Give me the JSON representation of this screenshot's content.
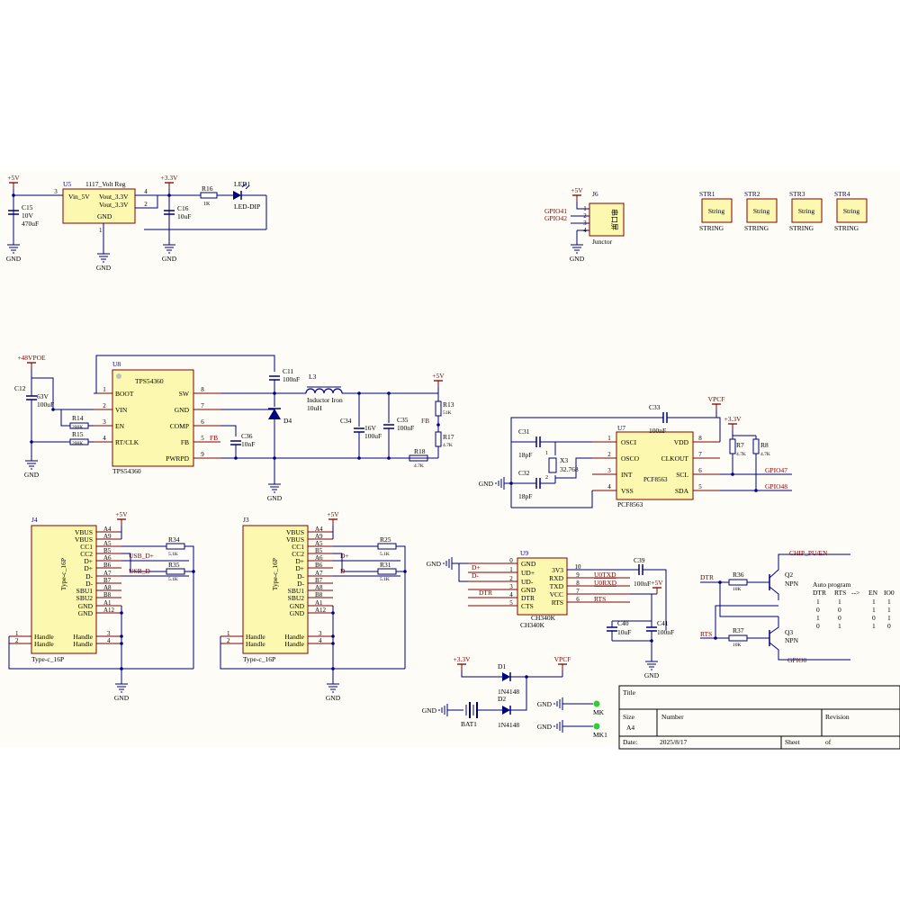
{
  "colors": {
    "paper": "#fdfcf6",
    "wire": "#00007f",
    "body": "#fcf8b0",
    "pin": "#7f0000",
    "ref": "#00007f",
    "text": "#000000",
    "net": "#7f0000",
    "led": "#00007f",
    "mk": "#33cc33"
  },
  "power": {
    "p5v": "+5V",
    "p3v3": "+3.3V",
    "p48": "+48VPOE",
    "vpcf": "VPCF",
    "gnd": "GND"
  },
  "reg": {
    "ref": "U5",
    "name": "1117_Volt Reg",
    "vin_pin": "3",
    "vin": "Vin_5V",
    "out1_pin": "4",
    "out1": "Vout_3.3V",
    "out2_pin": "2",
    "out2": "Vout_3.3V",
    "gnd": "GND",
    "gnd_pin": "1"
  },
  "c15": {
    "ref": "C15",
    "v": "10V",
    "val": "470uF"
  },
  "c16": {
    "ref": "C16",
    "val": "10uF"
  },
  "r16": {
    "ref": "R16",
    "val": "1K"
  },
  "led1": {
    "ref": "LED1",
    "val": "LED-DIP"
  },
  "j6": {
    "ref": "J6",
    "label": "串口屏",
    "name": "Junctor",
    "nets": [
      "GPIO41",
      "GPIO42"
    ],
    "pins": [
      "1",
      "2",
      "3",
      "4"
    ]
  },
  "strings": [
    {
      "ref": "STR1",
      "label": "String",
      "type": "STRING"
    },
    {
      "ref": "STR2",
      "label": "String",
      "type": "STRING"
    },
    {
      "ref": "STR3",
      "label": "String",
      "type": "STRING"
    },
    {
      "ref": "STR4",
      "label": "String",
      "type": "STRING"
    }
  ],
  "buck": {
    "ref": "U8",
    "name": "TPS54360",
    "part": "TPS54360",
    "left_pins": [
      {
        "num": "1",
        "name": "BOOT"
      },
      {
        "num": "2",
        "name": "VIN"
      },
      {
        "num": "3",
        "name": "EN"
      },
      {
        "num": "4",
        "name": "RT/CLK"
      }
    ],
    "right_pins": [
      {
        "num": "8",
        "name": "SW"
      },
      {
        "num": "7",
        "name": "GND"
      },
      {
        "num": "6",
        "name": "COMP"
      },
      {
        "num": "5",
        "name": "FB"
      },
      {
        "num": "9",
        "name": "PWRPD"
      }
    ],
    "fb_net": "FB"
  },
  "c12": {
    "ref": "C12",
    "v": "63V",
    "val": "100uF"
  },
  "r14": {
    "ref": "R14",
    "val": "200K"
  },
  "r15": {
    "ref": "R15",
    "val": "200K"
  },
  "c11": {
    "ref": "C11",
    "val": "100nF"
  },
  "l3": {
    "ref": "L3",
    "name": "Inductor Iron",
    "val": "10uH"
  },
  "d4": {
    "ref": "D4"
  },
  "c36": {
    "ref": "C36",
    "val": "10nF"
  },
  "c34": {
    "ref": "C34",
    "v": "16V",
    "val": "100uF"
  },
  "c35": {
    "ref": "C35",
    "val": "100nF"
  },
  "r13": {
    "ref": "R13",
    "val": "51K"
  },
  "r17": {
    "ref": "R17",
    "val": "4.7K"
  },
  "r18": {
    "ref": "R18",
    "val": "4.7K"
  },
  "rtc": {
    "ref": "U7",
    "part": "PCF8563",
    "name": "PCF8563",
    "left_pins": [
      {
        "num": "1",
        "name": "OSCI"
      },
      {
        "num": "2",
        "name": "OSCO"
      },
      {
        "num": "3",
        "name": "INT"
      },
      {
        "num": "4",
        "name": "VSS"
      }
    ],
    "right_pins": [
      {
        "num": "8",
        "name": "VDD"
      },
      {
        "num": "7",
        "name": "CLKOUT"
      },
      {
        "num": "6",
        "name": "SCL"
      },
      {
        "num": "5",
        "name": "SDA"
      }
    ],
    "scl_net": "GPIO47",
    "sda_net": "GPIO48"
  },
  "c33": {
    "ref": "C33",
    "val": "100nF"
  },
  "c31": {
    "ref": "C31",
    "val": "18pF"
  },
  "c32": {
    "ref": "C32",
    "val": "18pF"
  },
  "x3": {
    "ref": "X3",
    "val": "32.768",
    "pin1": "1",
    "pin2": "2"
  },
  "r7": {
    "ref": "R7",
    "val": "4.7K"
  },
  "r8": {
    "ref": "R8",
    "val": "4.7K"
  },
  "usb_pins": [
    {
      "name": "VBUS",
      "num": "A4"
    },
    {
      "name": "VBUS",
      "num": "A9"
    },
    {
      "name": "CC1",
      "num": "A5"
    },
    {
      "name": "CC2",
      "num": "B5"
    },
    {
      "name": "D+",
      "num": "A6"
    },
    {
      "name": "D+",
      "num": "B6"
    },
    {
      "name": "D-",
      "num": "A7"
    },
    {
      "name": "D-",
      "num": "B7"
    },
    {
      "name": "SBU1",
      "num": "A8"
    },
    {
      "name": "SBU2",
      "num": "B8"
    },
    {
      "name": "GND",
      "num": "A1"
    },
    {
      "name": "GND",
      "num": "A12"
    }
  ],
  "usb_handles": [
    {
      "num_l": "1",
      "name_l": "Handle",
      "name_r": "Handle",
      "num_r": "3"
    },
    {
      "num_l": "2",
      "name_l": "Handle",
      "name_r": "Handle",
      "num_r": "4"
    }
  ],
  "j4": {
    "ref": "J4",
    "part": "Type-c_16P",
    "name": "Type-c_16P",
    "dp": "USB_D+",
    "dm": "USB_D-"
  },
  "j3": {
    "ref": "J3",
    "part": "Type-c_16P",
    "name": "Type-c_16P",
    "dp": "D+",
    "dm": "D-"
  },
  "r34": {
    "ref": "R34",
    "val": "5.1K"
  },
  "r35": {
    "ref": "R35",
    "val": "5.1K"
  },
  "r25": {
    "ref": "R25",
    "val": "5.1K"
  },
  "r31": {
    "ref": "R31",
    "val": "5.1K"
  },
  "ch340": {
    "ref": "U9",
    "part": "CH340K",
    "name": "CH340K",
    "left_pins": [
      {
        "num": "0",
        "name": "GND"
      },
      {
        "num": "1",
        "name": "UD+"
      },
      {
        "num": "2",
        "name": "UD-"
      },
      {
        "num": "3",
        "name": "GND"
      },
      {
        "num": "4",
        "name": "DTR"
      },
      {
        "num": "5",
        "name": "CTS"
      }
    ],
    "right_pins": [
      {
        "num": "10",
        "name": "3V3"
      },
      {
        "num": "9",
        "name": "RXD"
      },
      {
        "num": "8",
        "name": "TXD"
      },
      {
        "num": "7",
        "name": "VCC"
      },
      {
        "num": "6",
        "name": "RTS"
      }
    ],
    "left_nets": [
      "D+",
      "D-",
      "",
      "DTR"
    ],
    "right_nets": [
      "U0TXD",
      "U0RXD",
      "RTS"
    ]
  },
  "c39": {
    "ref": "C39",
    "val": "100nF"
  },
  "c40": {
    "ref": "C40",
    "val": "10uF"
  },
  "c41": {
    "ref": "C41",
    "val": "100nF"
  },
  "autoprog": {
    "nets": {
      "dtr": "DTR",
      "rts": "RTS",
      "chip_pu": "CHIP_PU/EN",
      "gpio0": "GPIO0"
    },
    "r36": {
      "ref": "R36",
      "val": "10K"
    },
    "r37": {
      "ref": "R37",
      "val": "10K"
    },
    "q2": {
      "ref": "Q2",
      "type": "NPN"
    },
    "q3": {
      "ref": "Q3",
      "type": "NPN"
    },
    "table": {
      "title": "Auto program",
      "header": [
        "DTR",
        "RTS",
        "-->",
        "EN",
        "IO0"
      ],
      "rows": [
        [
          "1",
          "1",
          "",
          "1",
          "1"
        ],
        [
          "0",
          "0",
          "",
          "1",
          "1"
        ],
        [
          "1",
          "0",
          "",
          "0",
          "1"
        ],
        [
          "0",
          "1",
          "",
          "1",
          "0"
        ]
      ]
    }
  },
  "backup": {
    "d1": {
      "ref": "D1",
      "val": "1N4148"
    },
    "d2": {
      "ref": "D2",
      "val": "1N4148"
    },
    "bat": {
      "ref": "BAT1"
    }
  },
  "marks": [
    {
      "ref": "MK"
    },
    {
      "ref": "MK1"
    }
  ],
  "titleblock": {
    "title": "Title",
    "size_label": "Size",
    "size": "A4",
    "number_label": "Number",
    "revision_label": "Revision",
    "date_label": "Date:",
    "date": "2025/8/17",
    "sheet_label": "Sheet",
    "of_label": "of"
  }
}
